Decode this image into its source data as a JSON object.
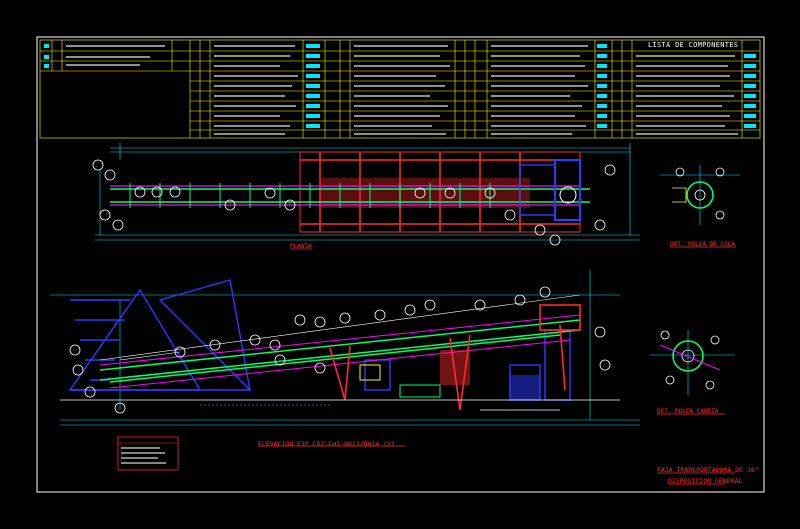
{
  "titles": {
    "components_list": "LISTA DE COMPONENTES",
    "plan_view": "PLANTA",
    "elevation_view": "ELEVACION EJE C02-CHI-0013/0014 (Y)",
    "tail_pulley_detail": "DET. POLEA DE COLA",
    "head_pulley_detail": "DET. POLEA CABEZA",
    "drawing_main_title": "FAJA TRANSPORTADORA DE 36\"",
    "drawing_sub_title": "DISPOSICION GENERAL"
  },
  "colors": {
    "background": "#000000",
    "border": "#ffffff",
    "table_lines": "#ffff00",
    "structure_primary": "#ff2a2a",
    "structure_secondary": "#00ff66",
    "dimensions": "#00e5ff",
    "support": "#2a3cff",
    "annotations": "#ff00ff",
    "titles": "#ff2a2a"
  }
}
